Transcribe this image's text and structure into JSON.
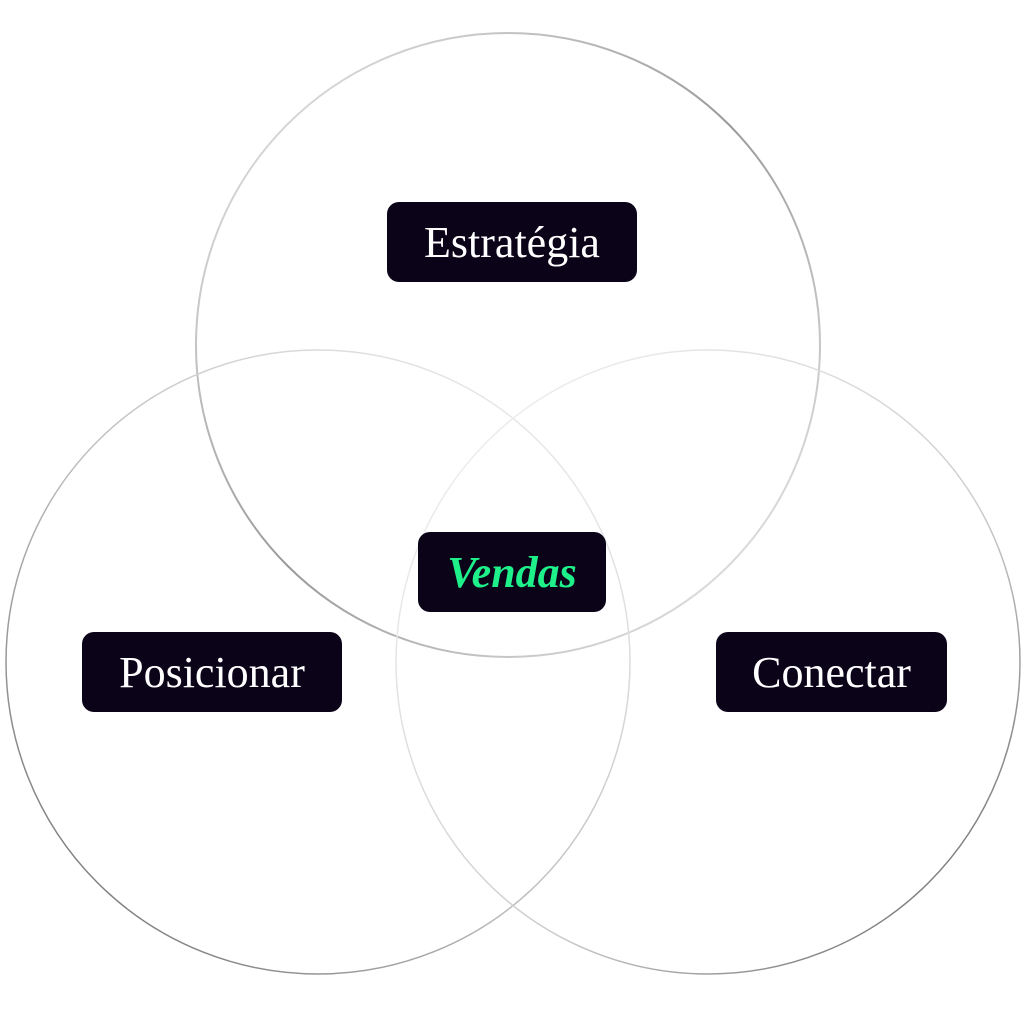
{
  "diagram": {
    "type": "venn",
    "sets": [
      {
        "label": "Estratégia"
      },
      {
        "label": "Posicionar"
      },
      {
        "label": "Conectar"
      }
    ],
    "intersection": {
      "label": "Vendas"
    },
    "colors": {
      "label_bg": "#0b0318",
      "label_text": "#ffffff",
      "center_text": "#1ef08a",
      "circle_stroke": "#9a9a9a"
    }
  }
}
